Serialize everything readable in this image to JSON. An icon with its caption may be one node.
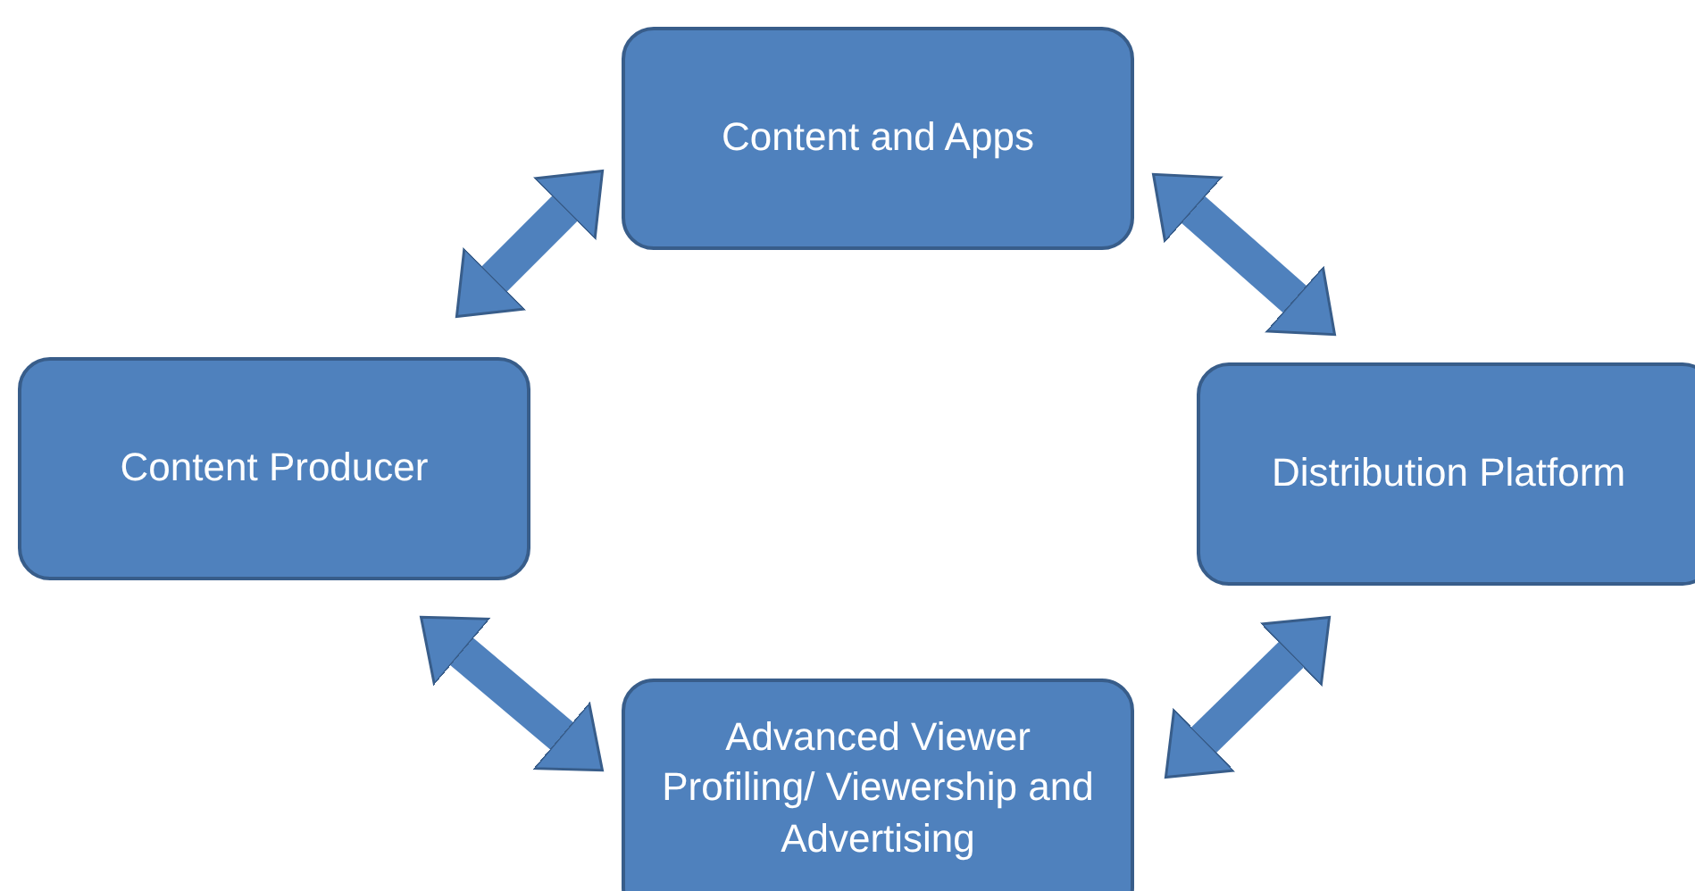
{
  "diagram": {
    "nodes": [
      {
        "text": [
          "Content and Apps"
        ]
      },
      {
        "text": [
          "Content Producer"
        ]
      },
      {
        "text": [
          "Distribution Platform"
        ]
      },
      {
        "text": [
          "Advanced Viewer Profiling/ Viewership and Advertising"
        ]
      }
    ],
    "edges": [
      {
        "from": 1,
        "to": 0,
        "arrow": "both"
      },
      {
        "from": 0,
        "to": 2,
        "arrow": "both"
      },
      {
        "from": 2,
        "to": 3,
        "arrow": "both"
      },
      {
        "from": 3,
        "to": 1,
        "arrow": "both"
      }
    ]
  }
}
